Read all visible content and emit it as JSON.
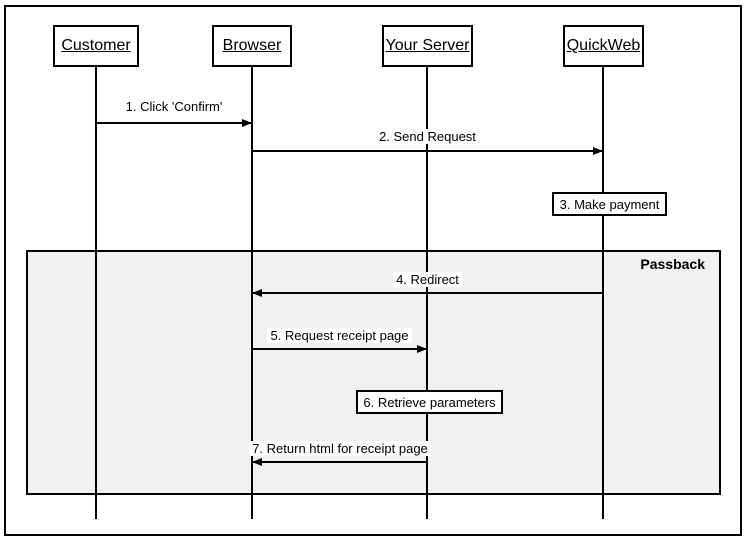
{
  "diagram": {
    "type": "uml-sequence",
    "frame_label": "Passback"
  },
  "actors": [
    {
      "name": "Customer"
    },
    {
      "name": "Browser"
    },
    {
      "name": "Your Server"
    },
    {
      "name": "QuickWeb"
    }
  ],
  "messages": [
    {
      "label": "1. Click 'Confirm'",
      "from": "Customer",
      "to": "Browser",
      "style": "arrow",
      "direction": "right"
    },
    {
      "label": "2. Send Request",
      "from": "Browser",
      "to": "QuickWeb",
      "style": "arrow",
      "direction": "right"
    },
    {
      "label": "3. Make payment",
      "actor": "QuickWeb",
      "style": "action-box"
    },
    {
      "label": "4. Redirect",
      "from": "QuickWeb",
      "to": "Browser",
      "style": "arrow",
      "direction": "left"
    },
    {
      "label": "5. Request receipt page",
      "from": "Browser",
      "to": "Your Server",
      "style": "arrow",
      "direction": "right"
    },
    {
      "label": "6. Retrieve parameters",
      "actor": "Your Server",
      "style": "action-box"
    },
    {
      "label": "7. Return html for receipt page",
      "from": "Your Server",
      "to": "Browser",
      "style": "arrow",
      "direction": "left"
    }
  ],
  "colors": {
    "line": "#000000",
    "text": "#000000",
    "frame_fill": "#f1f1f1",
    "background": "#ffffff"
  }
}
